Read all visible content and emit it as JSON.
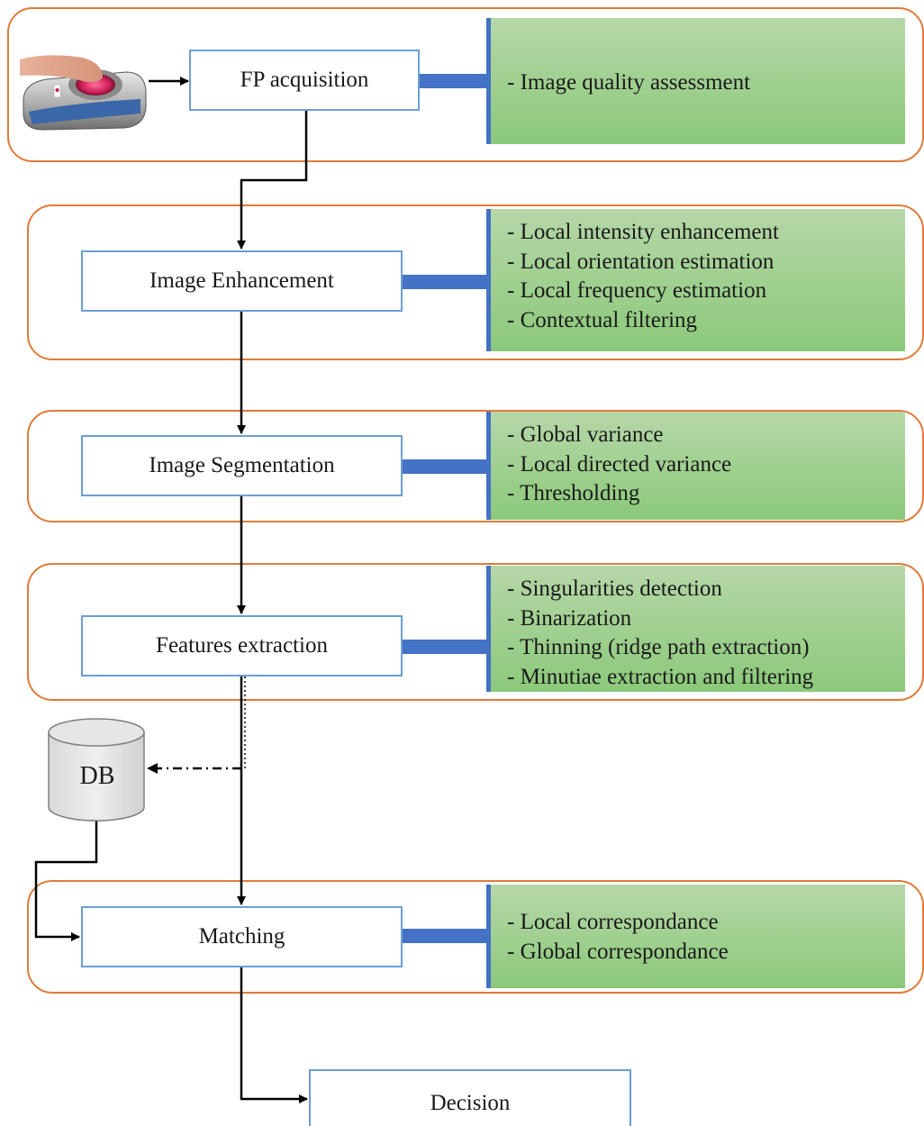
{
  "stages": [
    {
      "id": "fp-acquisition",
      "title": "FP acquisition",
      "details": [
        "- Image quality assessment"
      ]
    },
    {
      "id": "image-enhancement",
      "title": "Image Enhancement",
      "details": [
        "- Local intensity enhancement",
        "- Local orientation estimation",
        "- Local frequency estimation",
        "- Contextual filtering"
      ]
    },
    {
      "id": "image-segmentation",
      "title": "Image Segmentation",
      "details": [
        "- Global variance",
        "- Local directed variance",
        "- Thresholding"
      ]
    },
    {
      "id": "features-extraction",
      "title": "Features extraction",
      "details": [
        "- Singularities detection",
        "- Binarization",
        "- Thinning (ridge path extraction)",
        "- Minutiae extraction and filtering"
      ]
    },
    {
      "id": "matching",
      "title": "Matching",
      "details": [
        "- Local correspondance",
        "- Global correspondance"
      ]
    }
  ],
  "database": {
    "label": "DB"
  },
  "decision": {
    "label": "Decision"
  },
  "colors": {
    "group_border": "#e07b39",
    "box_border": "#6a9fd6",
    "connector": "#4472c4",
    "panel_top": "#b6d7a8",
    "panel_bottom": "#8bc97a"
  },
  "icons": {
    "scanner": "fingerprint-scanner-icon"
  }
}
